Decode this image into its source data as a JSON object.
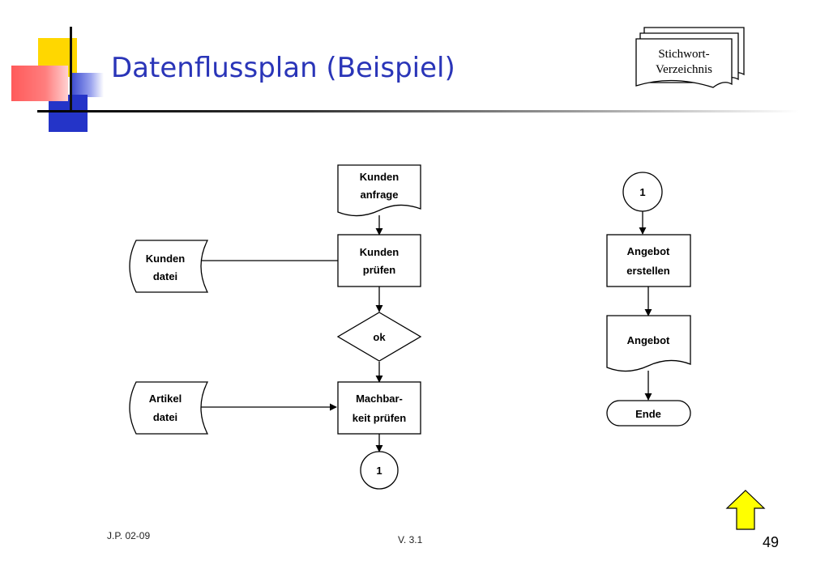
{
  "slide": {
    "title": "Datenflussplan (Beispiel)",
    "index_label_line1": "Stichwort-",
    "index_label_line2": "Verzeichnis",
    "footer_left": "J.P. 02-09",
    "footer_center": "V. 3.1",
    "page_number": "49"
  },
  "diagram": {
    "kundenanfrage": [
      "Kunden",
      "anfrage"
    ],
    "kunden_pruefen": [
      "Kunden",
      "prüfen"
    ],
    "kundendatei": [
      "Kunden",
      "datei"
    ],
    "ok": "ok",
    "artikeldatei": [
      "Artikel",
      "datei"
    ],
    "machbarkeit": [
      "Machbar-",
      "keit prüfen"
    ],
    "connector_bottom": "1",
    "connector_top": "1",
    "angebot_erstellen": [
      "Angebot",
      "erstellen"
    ],
    "angebot": "Angebot",
    "ende": "Ende"
  },
  "colors": {
    "title": "#2a35b8",
    "arrow_fill": "#ffff00"
  },
  "icons": {
    "nav": "up-arrow-icon"
  }
}
